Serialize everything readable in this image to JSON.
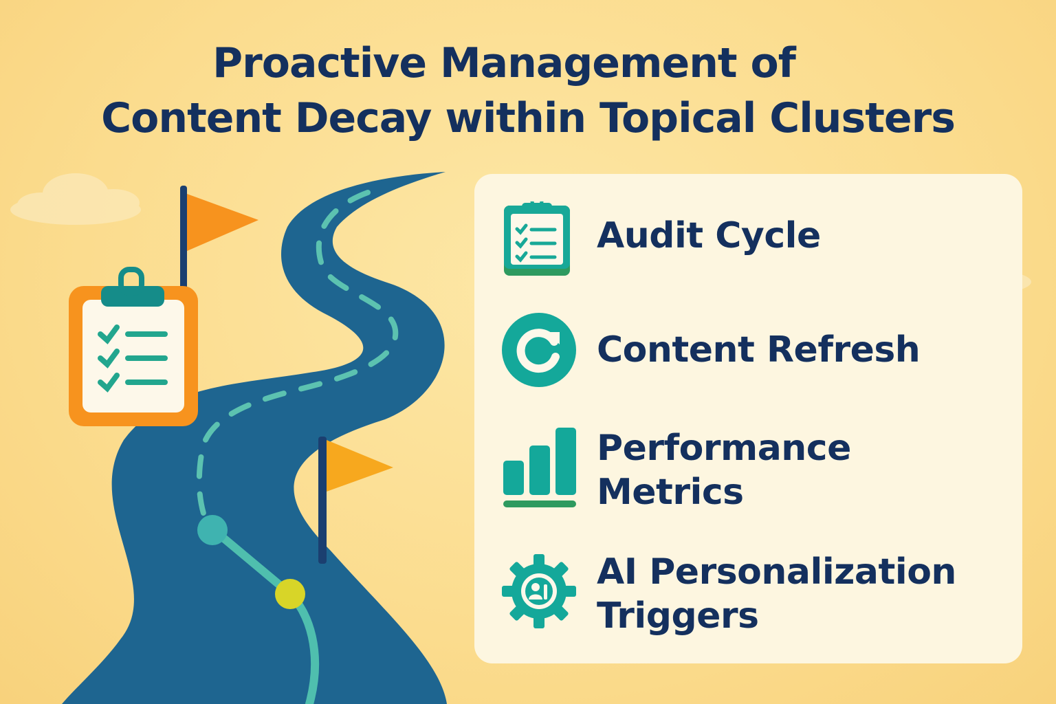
{
  "title": {
    "line1": "Proactive Management of",
    "line2": "Content Decay within Topical Clusters"
  },
  "items": [
    {
      "label_line1": "Audit Cycle",
      "label_line2": "",
      "icon": "clipboard-checklist-icon"
    },
    {
      "label_line1": "Content Refresh",
      "label_line2": "",
      "icon": "refresh-icon"
    },
    {
      "label_line1": "Performance",
      "label_line2": "Metrics",
      "icon": "bar-chart-icon"
    },
    {
      "label_line1": "AI Personalization",
      "label_line2": "Triggers",
      "icon": "gear-user-icon"
    }
  ],
  "colors": {
    "background": "#fbdc8e",
    "title": "#14305e",
    "road": "#1e6590",
    "road_dash": "#5cc2b0",
    "teal": "#14a89a",
    "orange": "#f7931e",
    "green": "#2e9a5f",
    "panel": "#fdf6e0"
  }
}
